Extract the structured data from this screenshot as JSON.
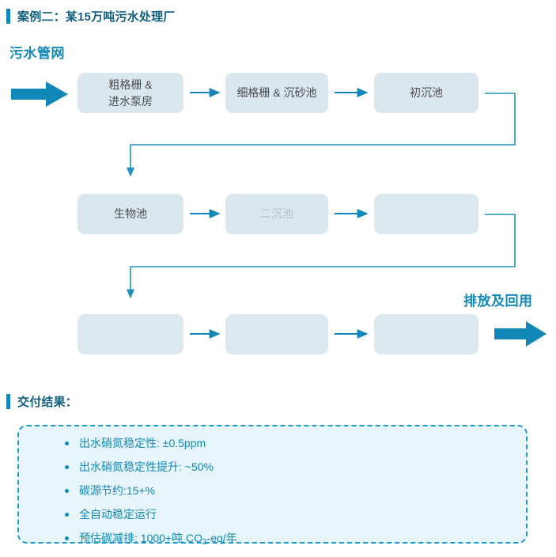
{
  "case_heading": {
    "text": "案例二：某15万吨污水处理厂",
    "accent_color": "#1288b8",
    "text_color": "#11607f"
  },
  "section_heading": {
    "text": "污水管网",
    "color": "#1288b8"
  },
  "flow": {
    "inlet_arrow": "inlet-arrow",
    "outlet_arrow": "outlet-arrow",
    "outlet_label": "排放及回用",
    "node_fill": "#dae7ef",
    "connector_color": "#1288b8",
    "rows": [
      {
        "nodes": [
          {
            "label": "粗格栅 &\n进水泵房",
            "state": "active"
          },
          {
            "label": "细格栅 & 沉砂池",
            "state": "active"
          },
          {
            "label": "初沉池",
            "state": "active"
          }
        ]
      },
      {
        "nodes": [
          {
            "label": "生物池",
            "state": "active"
          },
          {
            "label": "二沉池",
            "state": "dim"
          },
          {
            "label": "",
            "state": "empty"
          }
        ]
      },
      {
        "nodes": [
          {
            "label": "",
            "state": "empty"
          },
          {
            "label": "",
            "state": "empty"
          },
          {
            "label": "",
            "state": "empty"
          }
        ]
      }
    ]
  },
  "deliverables": {
    "heading": "交付结果：",
    "border_color": "#1f9ad0",
    "background": "#e6f6fc",
    "items": [
      {
        "text": "出水硝氮稳定性: ±0.5ppm"
      },
      {
        "text": "出水硝氮稳定性提升: ~50%"
      },
      {
        "text": "碳源节约:15+%"
      },
      {
        "text": "全自动稳定运行"
      },
      {
        "text": "预估碳减排: 1000+吨 CO",
        "sub": "2",
        "after": "-eq/年"
      }
    ]
  }
}
